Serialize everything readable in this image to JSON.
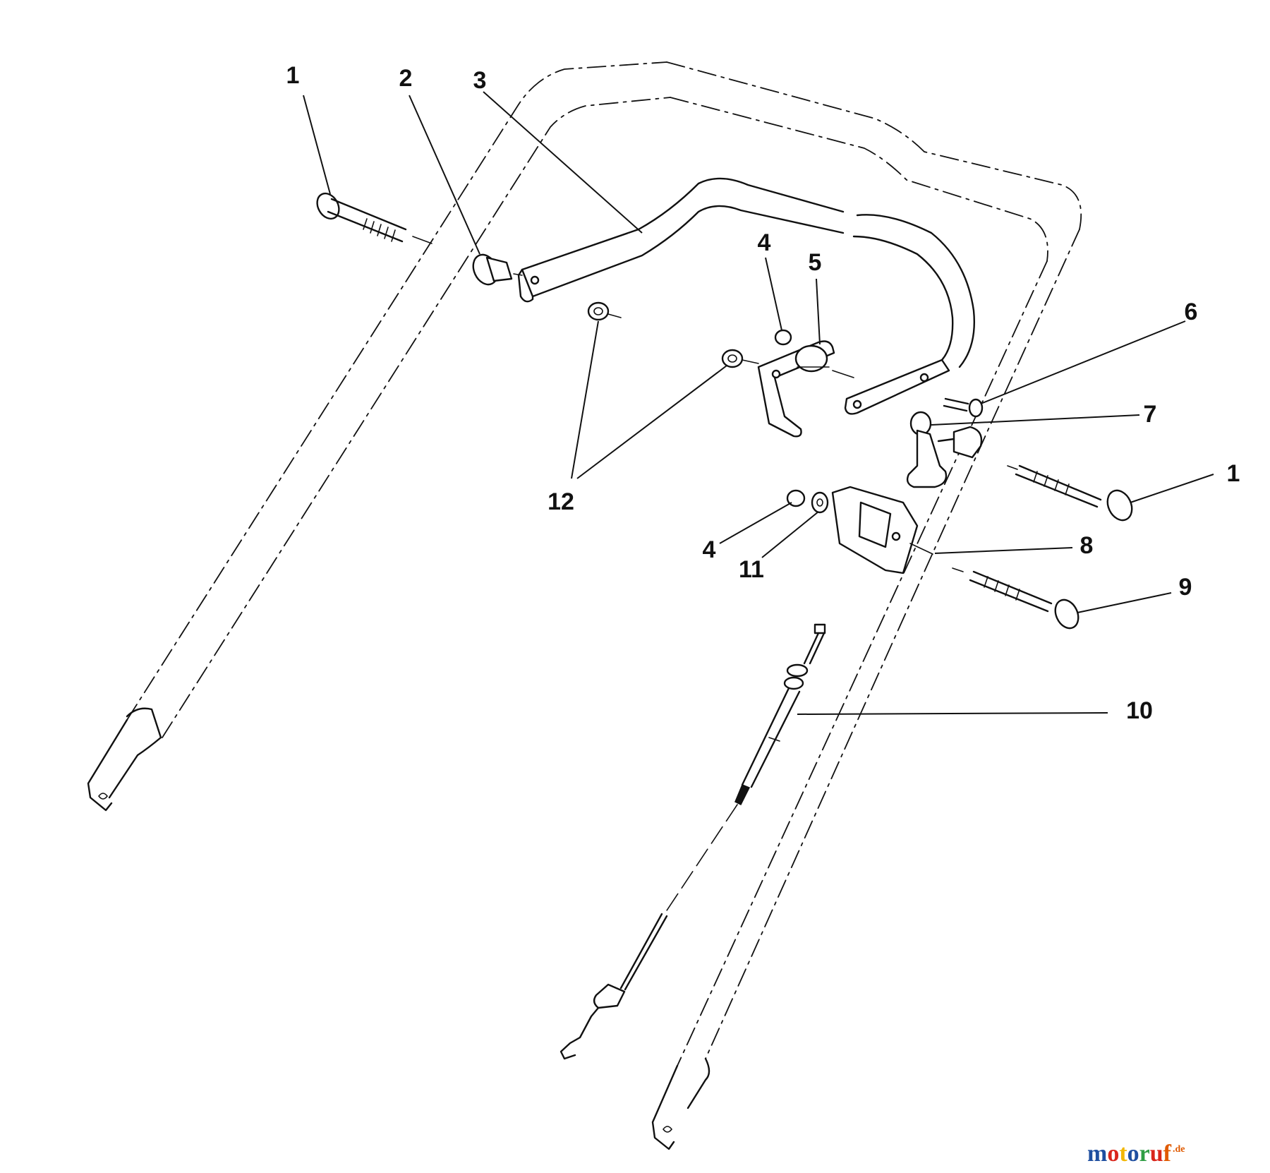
{
  "callouts": [
    {
      "label": "1"
    },
    {
      "label": "2"
    },
    {
      "label": "3"
    },
    {
      "label": "4"
    },
    {
      "label": "5"
    },
    {
      "label": "6"
    },
    {
      "label": "7"
    },
    {
      "label": "1"
    },
    {
      "label": "12"
    },
    {
      "label": "4"
    },
    {
      "label": "11"
    },
    {
      "label": "8"
    },
    {
      "label": "9"
    },
    {
      "label": "10"
    }
  ],
  "watermark": {
    "text": "motoruf",
    "suffix": ".de",
    "colors": [
      "#1f4fa0",
      "#d9261c",
      "#f2b705",
      "#1f4fa0",
      "#2f9e44",
      "#d9261c",
      "#e05a00"
    ]
  }
}
